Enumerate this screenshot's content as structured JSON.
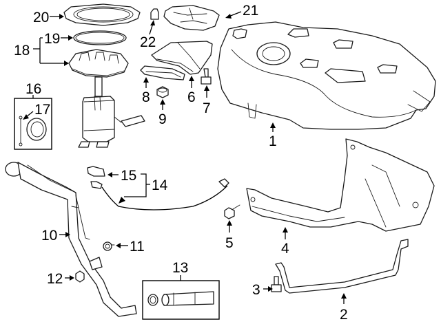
{
  "diagram": {
    "type": "exploded-parts-diagram",
    "subject": "Fuel system components",
    "callouts": [
      {
        "id": "c1",
        "label": "1",
        "part": "fuel-tank"
      },
      {
        "id": "c2",
        "label": "2",
        "part": "tank-strap"
      },
      {
        "id": "c3",
        "label": "3",
        "part": "strap-bolt"
      },
      {
        "id": "c4",
        "label": "4",
        "part": "tank-shield"
      },
      {
        "id": "c5",
        "label": "5",
        "part": "shield-bolt"
      },
      {
        "id": "c6",
        "label": "6",
        "part": "heat-shield"
      },
      {
        "id": "c7",
        "label": "7",
        "part": "stud"
      },
      {
        "id": "c8",
        "label": "8",
        "part": "bracket"
      },
      {
        "id": "c9",
        "label": "9",
        "part": "nut"
      },
      {
        "id": "c10",
        "label": "10",
        "part": "filler-pipe"
      },
      {
        "id": "c11",
        "label": "11",
        "part": "filler-pipe-bolt"
      },
      {
        "id": "c12",
        "label": "12",
        "part": "filler-pipe-nut"
      },
      {
        "id": "c13",
        "label": "13",
        "part": "hose-kit"
      },
      {
        "id": "c14",
        "label": "14",
        "part": "wiring-harness"
      },
      {
        "id": "c15",
        "label": "15",
        "part": "connector"
      },
      {
        "id": "c16",
        "label": "16",
        "part": "fuel-cap-kit"
      },
      {
        "id": "c17",
        "label": "17",
        "part": "cap-tether"
      },
      {
        "id": "c18",
        "label": "18",
        "part": "fuel-pump-module"
      },
      {
        "id": "c19",
        "label": "19",
        "part": "seal"
      },
      {
        "id": "c20",
        "label": "20",
        "part": "lock-ring"
      },
      {
        "id": "c21",
        "label": "21",
        "part": "shield"
      },
      {
        "id": "c22",
        "label": "22",
        "part": "clip"
      }
    ]
  }
}
